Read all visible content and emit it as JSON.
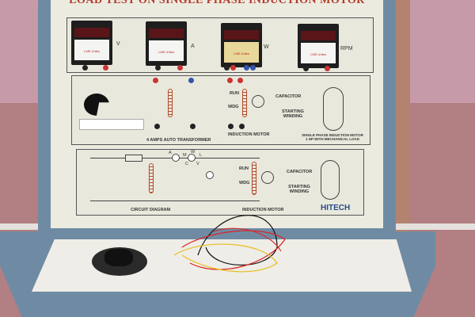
{
  "panel": {
    "title": "LOAD TEST ON SINGLE PHASE INDUCTION MOTOR",
    "meters": [
      {
        "unit": "V",
        "brand": "LME Unika"
      },
      {
        "unit": "A",
        "brand": "LME Unika"
      },
      {
        "unit": "W",
        "brand": "LME Unika"
      },
      {
        "unit": "RPM",
        "brand": "LME Unika"
      }
    ],
    "upper_labels": {
      "autotransformer": "4 AMPS AUTO TRANSFORMER",
      "run": "RUN",
      "wdg": "WDG",
      "capacitor": "CAPACITOR",
      "starting_winding": "STARTING WINDING",
      "induction_motor": "INDUCTION MOTOR",
      "motor_desc": "SINGLE PHASE INDUCTION MOTOR 1 HP WITH MECHANICAL LOAD"
    },
    "lower_labels": {
      "circuit_diagram": "CIRCUIT DIAGRAM",
      "a": "A",
      "m": "M",
      "l": "L",
      "c": "C",
      "v": "V",
      "w": "W",
      "run": "RUN",
      "wdg": "WDG",
      "capacitor": "CAPACITOR",
      "starting_winding": "STARTING WINDING",
      "induction_motor": "INDUCTION MOTOR",
      "brand": "HITECH"
    },
    "colors": {
      "frame": "#6f8ba3",
      "title": "#b33a2a",
      "board": "#ecebe0"
    }
  }
}
